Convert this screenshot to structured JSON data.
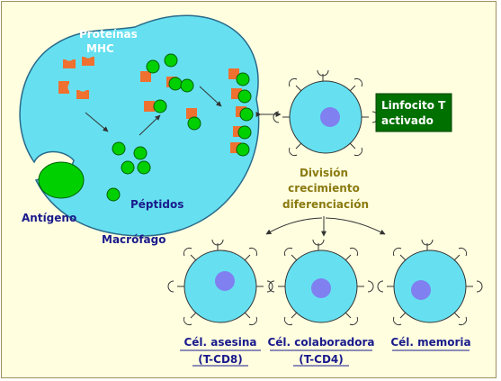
{
  "labels": {
    "proteinas": "Proteínas",
    "mhc": "MHC",
    "peptidos": "Péptidos",
    "antigeno": "Antígeno",
    "macrofago": "Macrófago",
    "linfocito_line1": "Linfocito T",
    "linfocito_line2": "activado",
    "division": "División",
    "crecimiento": "crecimiento",
    "diferenciacion": "diferenciación",
    "cel_asesina": "Cél. asesina",
    "tcd8": "(T-CD8)",
    "cel_colaboradora": "Cél. colaboradora",
    "tcd4": "(T-CD4)",
    "cel_memoria": "Cél. memoria"
  },
  "colors": {
    "cell_fill": "#66e0f0",
    "nucleus": "#8080f0",
    "peptide": "#00d000",
    "mhc": "#f07030",
    "activated_box": "#007000",
    "navy_text": "#1a1a8c",
    "olive_text": "#8a7a10"
  }
}
